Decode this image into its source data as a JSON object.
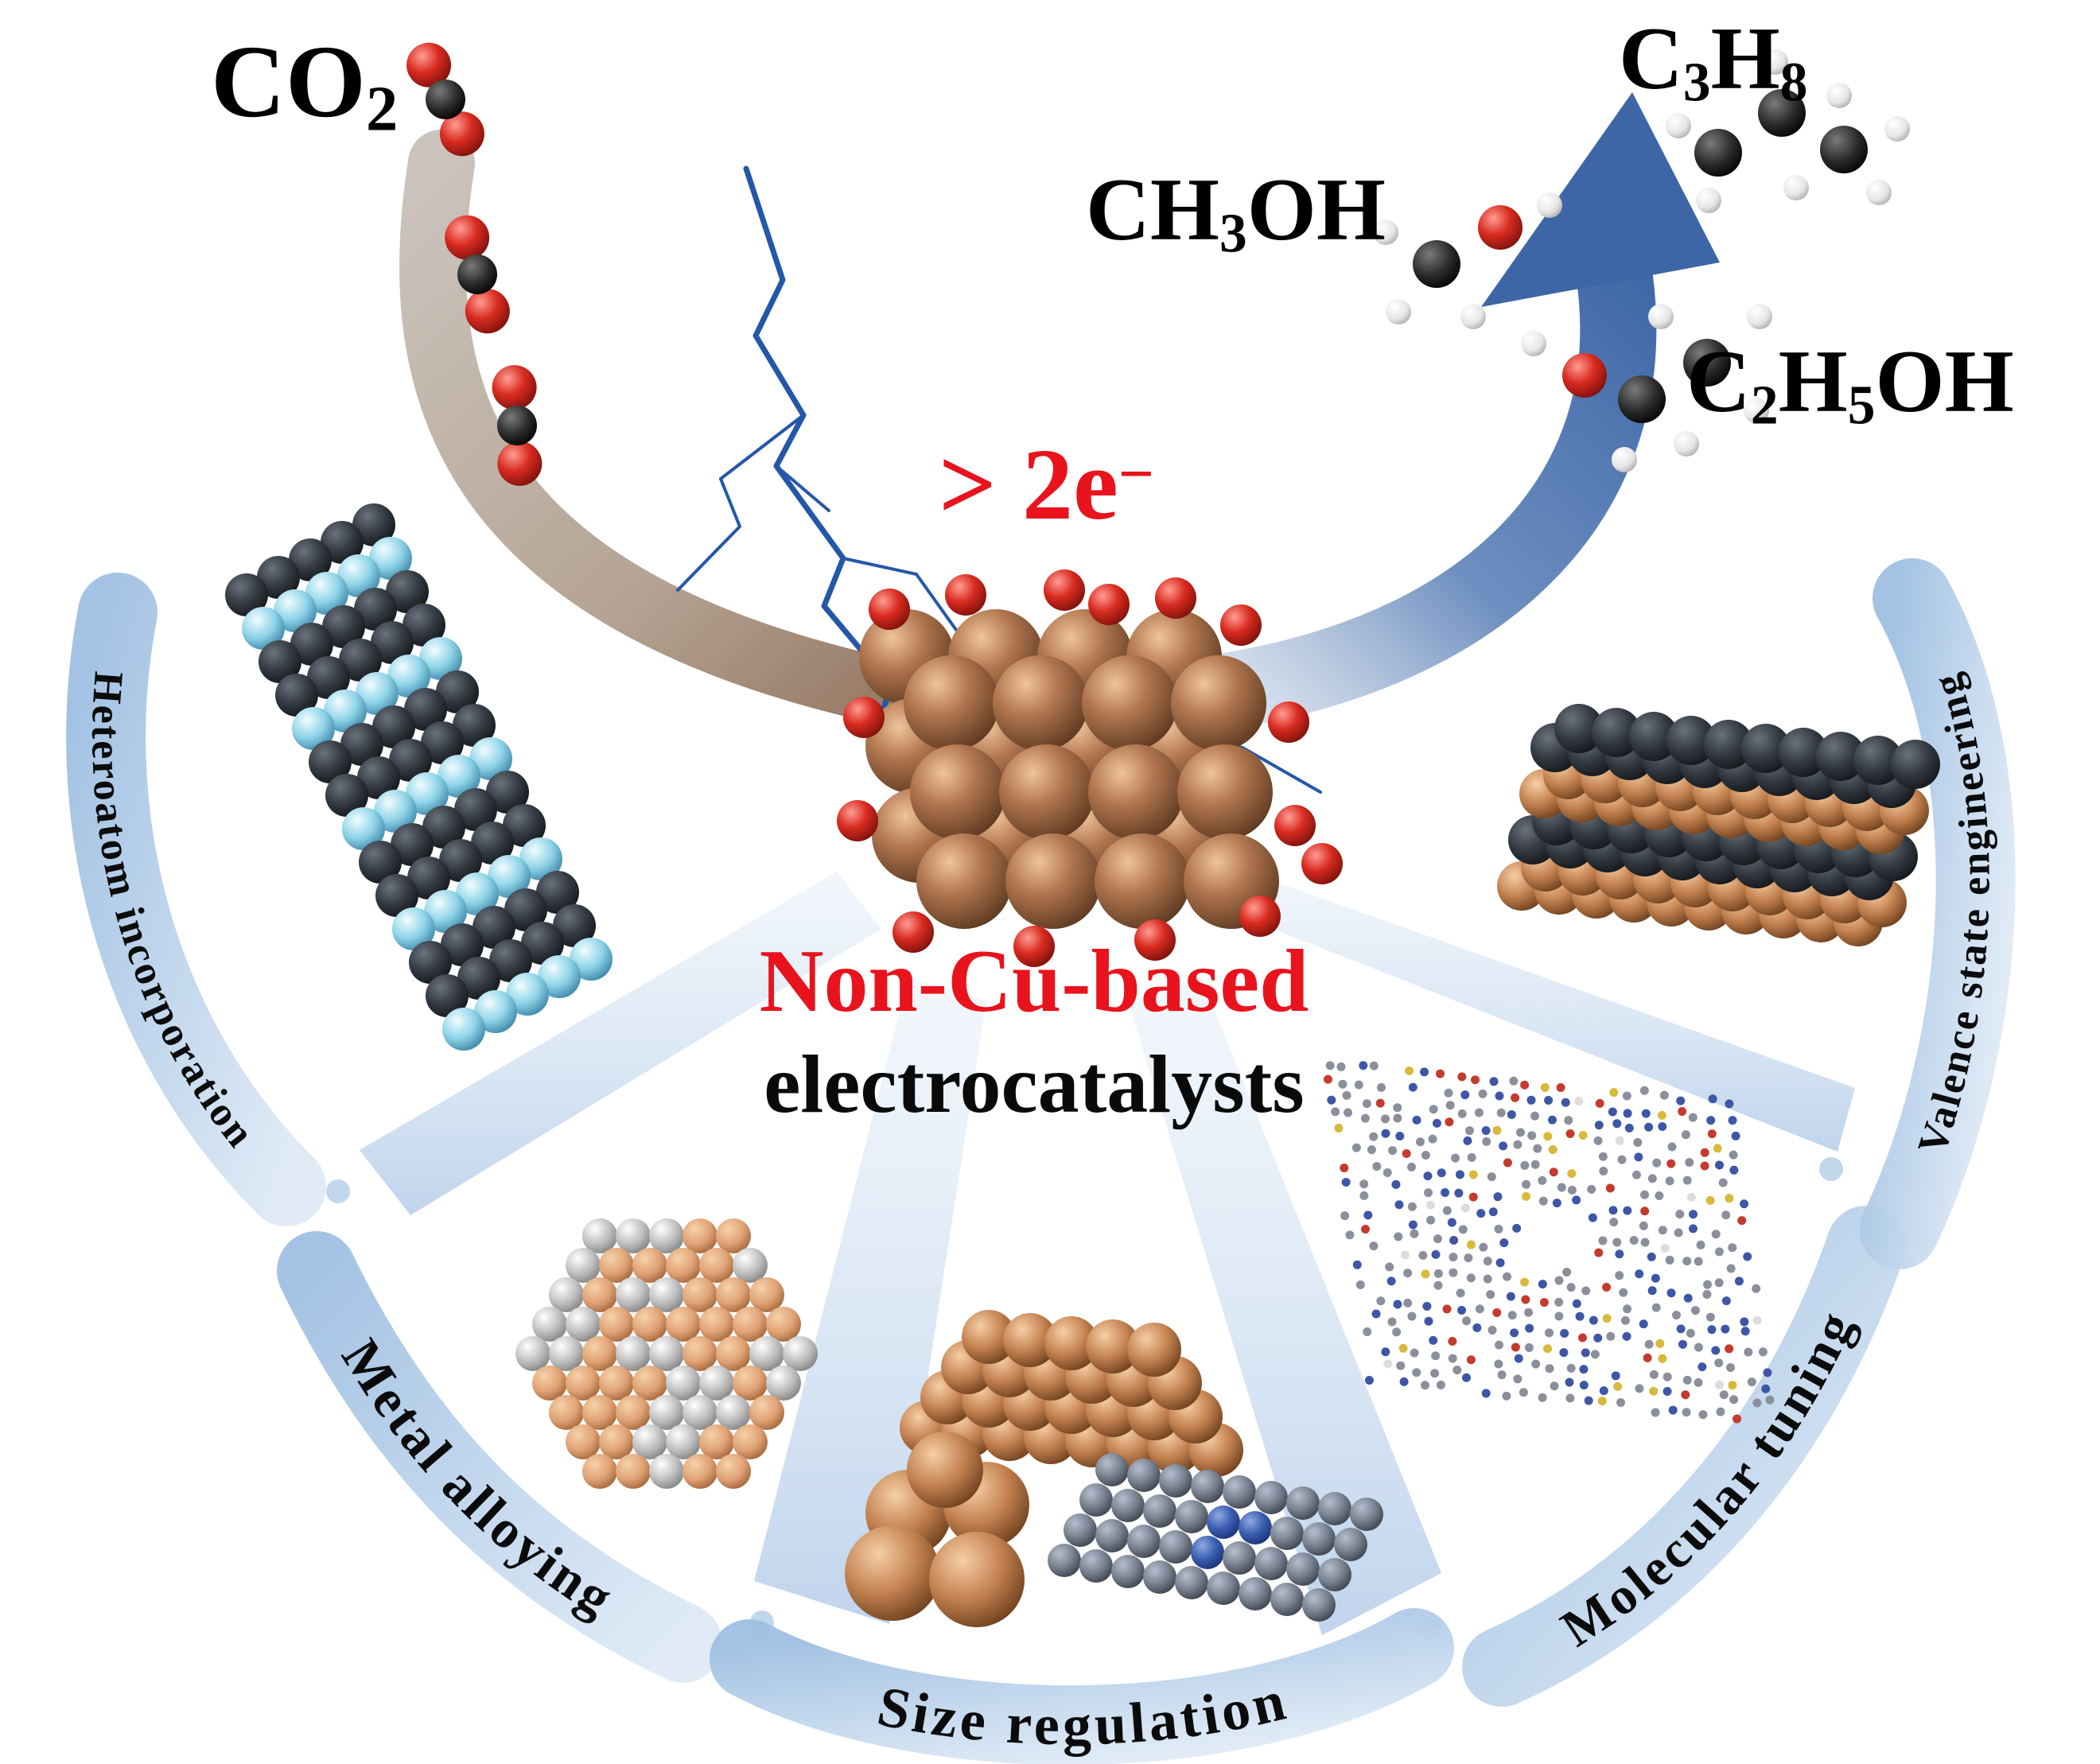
{
  "reactant": {
    "p1": "CO",
    "s1": "2"
  },
  "products": {
    "c3h8": {
      "p1": "C",
      "s1": "3",
      "p2": "H",
      "s2": "8"
    },
    "ch3oh": {
      "p1": "CH",
      "s1": "3",
      "p2": "OH"
    },
    "c2h5oh": {
      "p1": "C",
      "s1": "2",
      "p2": "H",
      "s2": "5",
      "p3": "OH"
    }
  },
  "electron": {
    "text": "> 2e",
    "sup": "−"
  },
  "title": {
    "line1": "Non-Cu-based",
    "line2": "electrocatalysts"
  },
  "strategies": [
    {
      "label": "Heteroatom incorporation"
    },
    {
      "label": "Metal alloying"
    },
    {
      "label": "Size regulation"
    },
    {
      "label": "Molecular tuning"
    },
    {
      "label": "Valence state engineering"
    }
  ],
  "colors": {
    "accent_red": "#e8131d",
    "arrow_blue": "#3e66a6",
    "arrow_tan": "#af9c8b",
    "band_blue": "#bcd2ea",
    "lightning_blue": "#2457a8",
    "copper": "#c3814f"
  }
}
